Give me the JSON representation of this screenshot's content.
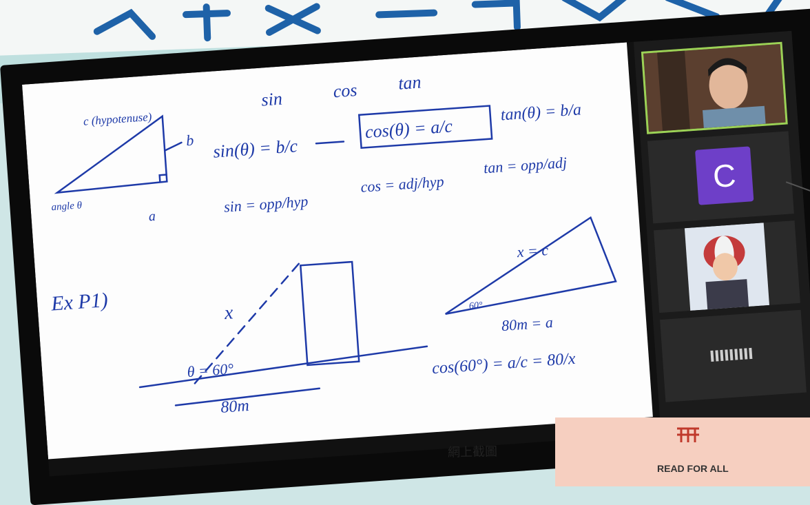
{
  "whiteboard": {
    "title_row": [
      "sin",
      "cos",
      "tan"
    ],
    "triangle_labels": {
      "hypotenuse": "c (hypotenuse)",
      "side_b": "b",
      "angle": "angle θ",
      "side_a": "a"
    },
    "formulas": {
      "sin": "sin(θ) = b/c",
      "cos": "cos(θ) = a/c",
      "tan": "tan(θ) = b/a",
      "sin_words": "sin = opp/hyp",
      "cos_words": "cos = adj/hyp",
      "tan_words": "tan = opp/adj"
    },
    "example": {
      "label": "Ex P1)",
      "hyp": "x",
      "angle": "θ = 60°",
      "distance": "80m",
      "small_tri_hyp": "x = c",
      "small_tri_angle": "60°",
      "small_tri_base": "80m = a",
      "equation": "cos(60°) = a/c = 80/x"
    }
  },
  "video": {
    "participant_initial": "C"
  },
  "caption": "網上截圖",
  "badge": {
    "logo": "HH",
    "name": "READ FOR ALL"
  },
  "colors": {
    "ink": "#1e3aa8",
    "teal": "#bfe0df",
    "active_border": "#9bd256",
    "avatar": "#6e3fc8"
  }
}
